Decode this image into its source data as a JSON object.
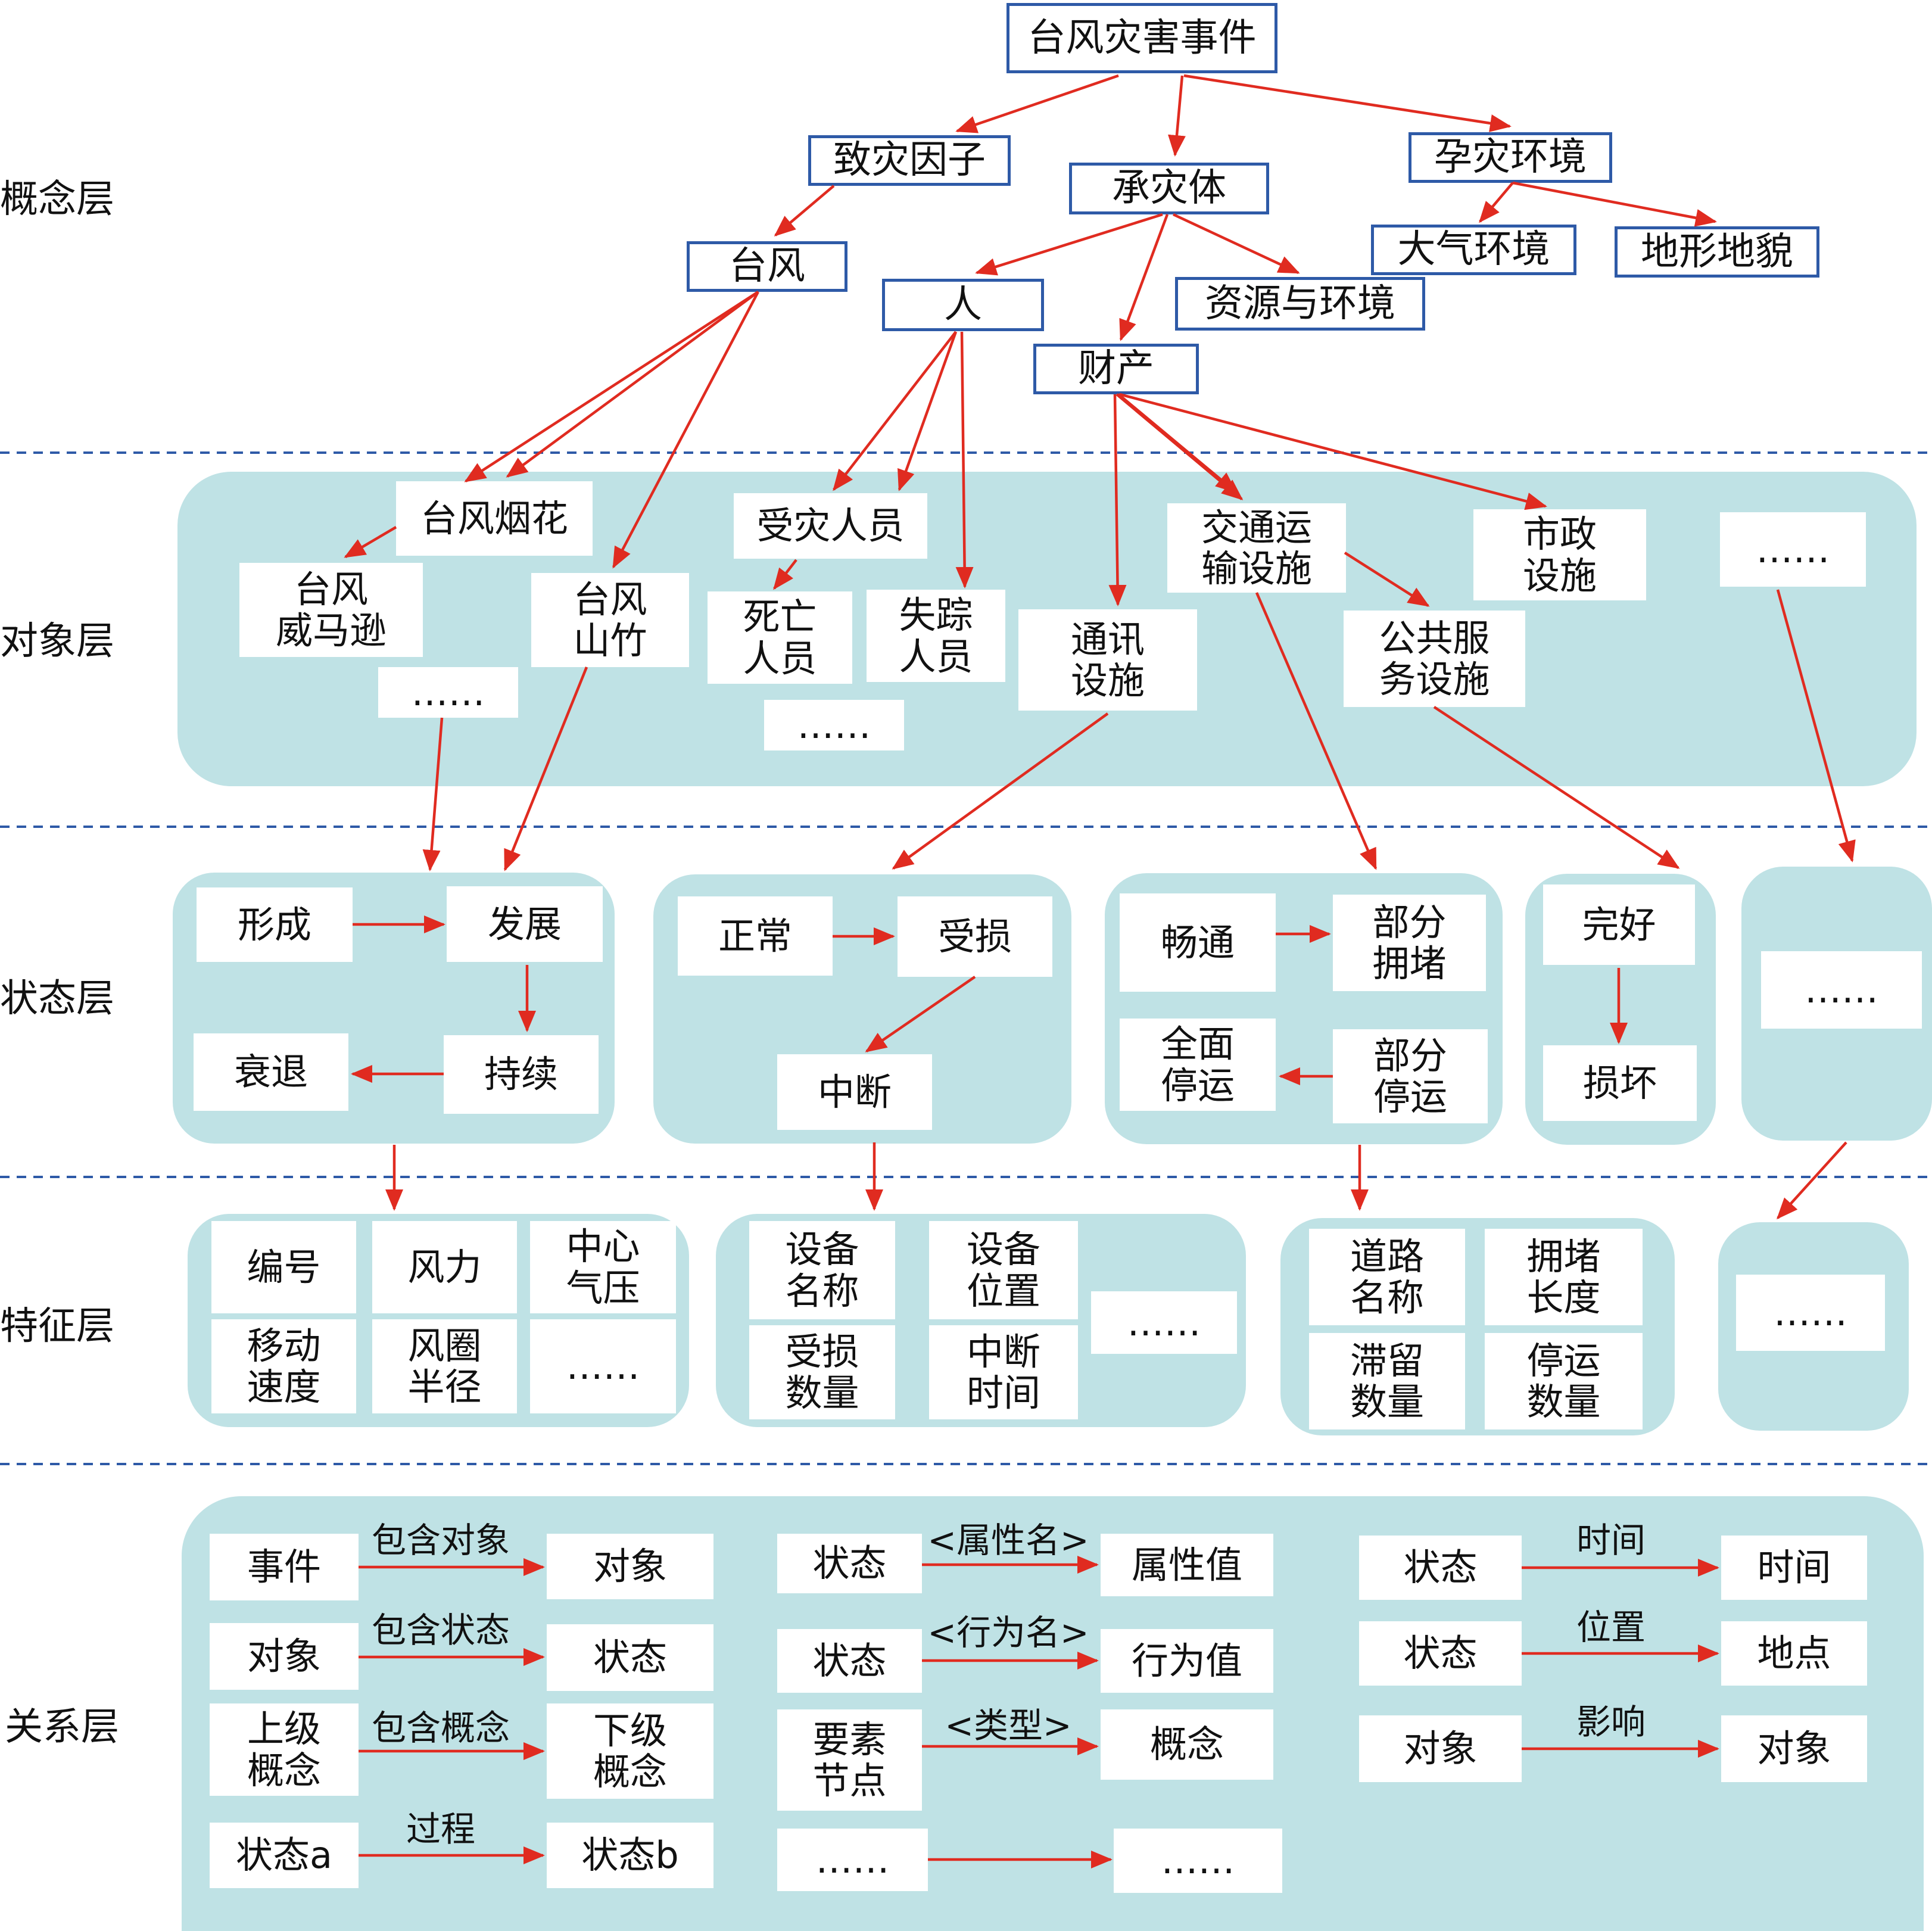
{
  "layers": {
    "concept": "概念层",
    "object": "对象层",
    "state": "状态层",
    "feature": "特征层",
    "relation": "关系层"
  },
  "concept": {
    "root": "台风灾害事件",
    "hazard": "致灾因子",
    "bearer": "承灾体",
    "environment": "孕灾环境",
    "typhoon": "台风",
    "person": "人",
    "resource": "资源与环境",
    "property": "财产",
    "atmosphere": "大气环境",
    "terrain": "地形地貌"
  },
  "objects": {
    "in_fa": "台风烟花",
    "wei_ma_xun": "台风\n威马逊",
    "shan_zhu": "台风\n山竹",
    "typhoon_more": "……",
    "victims": "受灾人员",
    "dead": "死亡\n人员",
    "missing": "失踪\n人员",
    "person_more": "……",
    "comm": "通讯\n设施",
    "traffic": "交通运\n输设施",
    "municipal": "市政\n设施",
    "public": "公共服\n务设施",
    "obj_more": "……"
  },
  "states": {
    "typhoon": [
      "形成",
      "发展",
      "持续",
      "衰退"
    ],
    "comm": [
      "正常",
      "受损",
      "中断"
    ],
    "traffic": [
      "畅通",
      "部分\n拥堵",
      "部分\n停运",
      "全面\n停运"
    ],
    "public": [
      "完好",
      "损坏"
    ],
    "more": "……"
  },
  "features": {
    "typhoon": [
      "编号",
      "风力",
      "中心\n气压",
      "移动\n速度",
      "风圈\n半径",
      "……"
    ],
    "comm": [
      "设备\n名称",
      "设备\n位置",
      "……",
      "受损\n数量",
      "中断\n时间"
    ],
    "traffic": [
      "道路\n名称",
      "拥堵\n长度",
      "滞留\n数量",
      "停运\n数量"
    ],
    "more": "……"
  },
  "relations": {
    "col1": [
      {
        "from": "事件",
        "label": "包含对象",
        "to": "对象"
      },
      {
        "from": "对象",
        "label": "包含状态",
        "to": "状态"
      },
      {
        "from": "上级\n概念",
        "label": "包含概念",
        "to": "下级\n概念"
      },
      {
        "from": "状态a",
        "label": "过程",
        "to": "状态b"
      }
    ],
    "col2": [
      {
        "from": "状态",
        "label": "<属性名>",
        "to": "属性值"
      },
      {
        "from": "状态",
        "label": "<行为名>",
        "to": "行为值"
      },
      {
        "from": "要素\n节点",
        "label": "<类型>",
        "to": "概念"
      },
      {
        "from": "……",
        "label": "",
        "to": "……"
      }
    ],
    "col3": [
      {
        "from": "状态",
        "label": "时间",
        "to": "时间"
      },
      {
        "from": "状态",
        "label": "位置",
        "to": "地点"
      },
      {
        "from": "对象",
        "label": "影响",
        "to": "对象"
      }
    ]
  },
  "colors": {
    "panel": "#bfe2e5",
    "concept_border": "#2e5aa7",
    "arrow": "#e02b20",
    "divider": "#2e5aa7"
  }
}
